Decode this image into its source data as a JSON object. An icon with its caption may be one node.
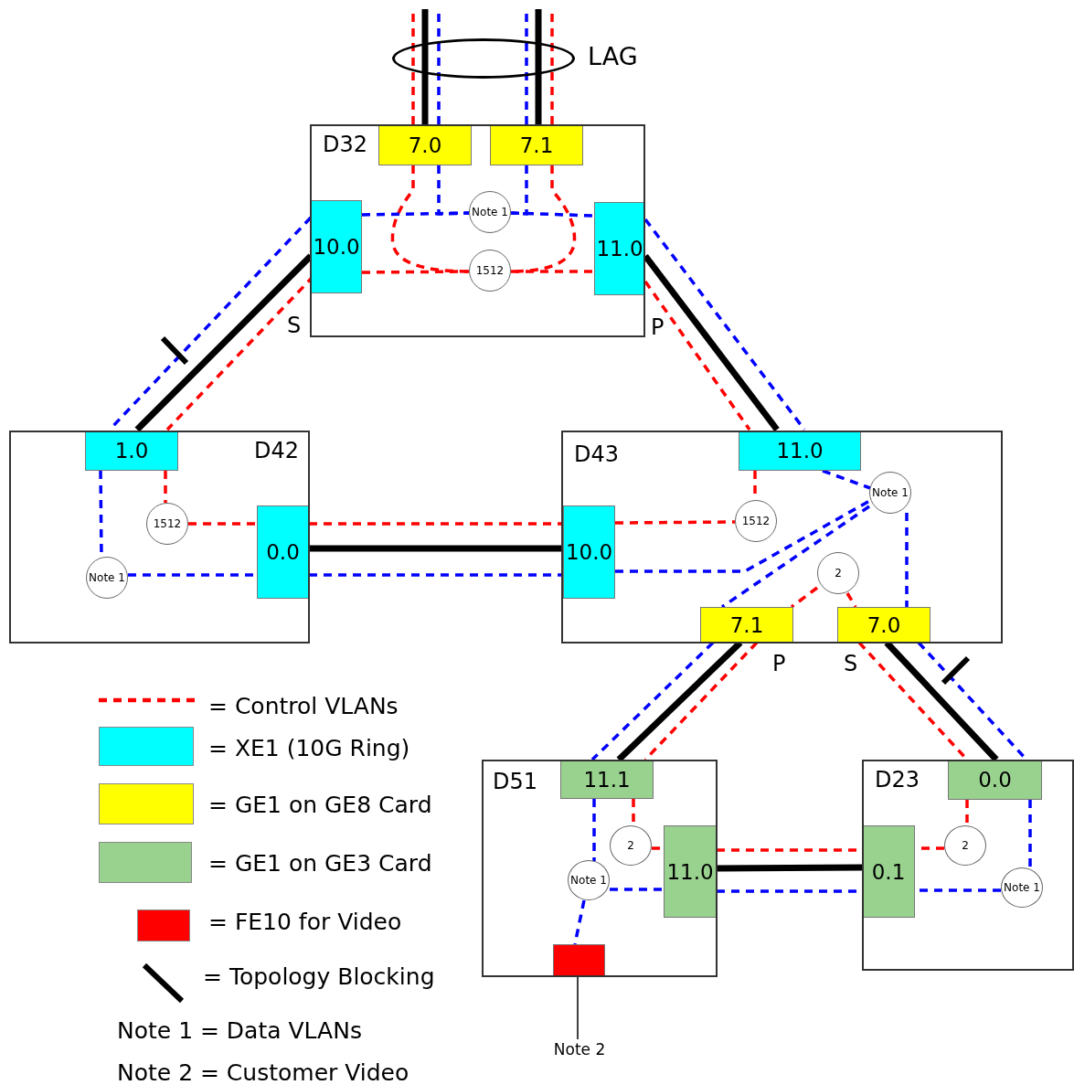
{
  "diagram": {
    "nodes": [
      {
        "text": [
          "D32"
        ]
      },
      {
        "text": [
          "7.0"
        ],
        "in": 0
      },
      {
        "text": [
          "7.1"
        ],
        "in": 0
      },
      {
        "text": [
          "10.0"
        ],
        "in": 0
      },
      {
        "text": [
          "Note 1"
        ],
        "in": 0
      },
      {
        "text": [
          "11.0"
        ],
        "in": 0
      },
      {
        "text": [
          "1512"
        ],
        "in": 0
      },
      {
        "text": [
          "D42"
        ]
      },
      {
        "text": [
          "1.0"
        ],
        "in": 7
      },
      {
        "text": [
          "1512"
        ],
        "in": 7
      },
      {
        "text": [
          "Note 1"
        ],
        "in": 7
      },
      {
        "text": [
          "0.0"
        ],
        "in": 7
      },
      {
        "text": [
          "D43"
        ]
      },
      {
        "text": [
          "11.0"
        ],
        "in": 12
      },
      {
        "text": [
          "Note 1"
        ],
        "in": 12
      },
      {
        "text": [
          "1512"
        ],
        "in": 12
      },
      {
        "text": [
          "10.0"
        ],
        "in": 12
      },
      {
        "text": [
          "2"
        ],
        "in": 12
      },
      {
        "text": [
          "7.1"
        ],
        "in": 12
      },
      {
        "text": [
          "7.0"
        ],
        "in": 12
      },
      {
        "text": [
          "D51"
        ]
      },
      {
        "text": [
          "11.1"
        ],
        "in": 20
      },
      {
        "text": [
          "2"
        ],
        "in": 20
      },
      {
        "text": [
          "Note 1"
        ],
        "in": 20
      },
      {
        "text": [
          "11.0"
        ],
        "in": 20
      },
      {
        "text": [],
        "shape": "box",
        "in": 20
      },
      {
        "text": [
          "D23"
        ]
      },
      {
        "text": [
          "0.0"
        ],
        "in": 26
      },
      {
        "text": [
          "2"
        ],
        "in": 26
      },
      {
        "text": [
          "Note 1"
        ],
        "in": 26
      },
      {
        "text": [
          "0.1"
        ],
        "in": 26
      },
      {
        "text": [
          "Note 2"
        ]
      },
      {
        "text": [],
        "shape": "circle",
        "beside": [
          "LAG"
        ]
      }
    ],
    "edges": [
      {
        "from": 1,
        "to": null,
        "arrow": "none",
        "style": "dashed",
        "color": "#ff0000"
      },
      {
        "from": 1,
        "to": null,
        "arrow": "none",
        "style": "thick",
        "color": "#000000"
      },
      {
        "from": 1,
        "to": null,
        "arrow": "none",
        "style": "dashed",
        "color": "#0000ff"
      },
      {
        "from": 2,
        "to": null,
        "arrow": "none",
        "style": "dashed",
        "color": "#0000ff"
      },
      {
        "from": 2,
        "to": null,
        "arrow": "none",
        "style": "thick",
        "color": "#000000"
      },
      {
        "from": 2,
        "to": null,
        "arrow": "none",
        "style": "dashed",
        "color": "#ff0000"
      },
      {
        "from": 1,
        "to": 6,
        "arrow": "none",
        "style": "dashed",
        "color": "#ff0000"
      },
      {
        "from": 3,
        "to": 6,
        "arrow": "none",
        "style": "dashed",
        "color": "#ff0000"
      },
      {
        "from": 6,
        "to": 5,
        "arrow": "none",
        "style": "dashed",
        "color": "#ff0000"
      },
      {
        "from": 2,
        "to": 6,
        "arrow": "none",
        "style": "dashed",
        "color": "#ff0000"
      },
      {
        "from": 3,
        "to": 4,
        "arrow": "none",
        "style": "dashed",
        "color": "#0000ff"
      },
      {
        "from": 4,
        "to": 5,
        "arrow": "none",
        "style": "dashed",
        "color": "#0000ff"
      },
      {
        "from": 1,
        "to": 4,
        "arrow": "none",
        "style": "dashed",
        "color": "#0000ff"
      },
      {
        "from": 2,
        "to": 4,
        "arrow": "none",
        "style": "dashed",
        "color": "#0000ff"
      },
      {
        "from": 3,
        "to": 8,
        "arrow": "none",
        "style": "dashed",
        "color": "#0000ff"
      },
      {
        "from": 3,
        "to": 8,
        "arrow": "none",
        "style": "thick",
        "color": "#000000"
      },
      {
        "from": 3,
        "to": 8,
        "arrow": "none",
        "style": "dashed",
        "color": "#ff0000"
      },
      {
        "from": 5,
        "to": 13,
        "arrow": "none",
        "style": "dashed",
        "color": "#0000ff"
      },
      {
        "from": 5,
        "to": 13,
        "arrow": "none",
        "style": "thick",
        "color": "#000000"
      },
      {
        "from": 5,
        "to": 13,
        "arrow": "none",
        "style": "dashed",
        "color": "#ff0000"
      },
      {
        "from": 8,
        "to": 10,
        "arrow": "none",
        "style": "dashed",
        "color": "#0000ff"
      },
      {
        "from": 8,
        "to": 9,
        "arrow": "none",
        "style": "dashed",
        "color": "#ff0000"
      },
      {
        "from": 9,
        "to": 11,
        "arrow": "none",
        "style": "dashed",
        "color": "#ff0000"
      },
      {
        "from": 10,
        "to": 11,
        "arrow": "none",
        "style": "dashed",
        "color": "#0000ff"
      },
      {
        "from": 11,
        "to": 16,
        "arrow": "none",
        "style": "dashed",
        "color": "#ff0000"
      },
      {
        "from": 11,
        "to": 16,
        "arrow": "none",
        "style": "thick",
        "color": "#000000"
      },
      {
        "from": 11,
        "to": 16,
        "arrow": "none",
        "style": "dashed",
        "color": "#0000ff"
      },
      {
        "from": 13,
        "to": 15,
        "arrow": "none",
        "style": "dashed",
        "color": "#ff0000"
      },
      {
        "from": 16,
        "to": 15,
        "arrow": "none",
        "style": "dashed",
        "color": "#ff0000"
      },
      {
        "from": 13,
        "to": 14,
        "arrow": "none",
        "style": "dashed",
        "color": "#0000ff"
      },
      {
        "from": 16,
        "to": 14,
        "arrow": "none",
        "style": "dashed",
        "color": "#0000ff"
      },
      {
        "from": 14,
        "to": 18,
        "arrow": "none",
        "style": "dashed",
        "color": "#0000ff"
      },
      {
        "from": 14,
        "to": 19,
        "arrow": "none",
        "style": "dashed",
        "color": "#0000ff"
      },
      {
        "from": 17,
        "to": 18,
        "arrow": "none",
        "style": "dashed",
        "color": "#ff0000"
      },
      {
        "from": 17,
        "to": 19,
        "arrow": "none",
        "style": "dashed",
        "color": "#ff0000"
      },
      {
        "from": 18,
        "to": 21,
        "arrow": "none",
        "style": "dashed",
        "color": "#0000ff"
      },
      {
        "from": 18,
        "to": 21,
        "arrow": "none",
        "style": "thick",
        "color": "#000000"
      },
      {
        "from": 18,
        "to": 21,
        "arrow": "none",
        "style": "dashed",
        "color": "#ff0000"
      },
      {
        "from": 19,
        "to": 27,
        "arrow": "none",
        "style": "dashed",
        "color": "#ff0000"
      },
      {
        "from": 19,
        "to": 27,
        "arrow": "none",
        "style": "thick",
        "color": "#000000"
      },
      {
        "from": 19,
        "to": 27,
        "arrow": "none",
        "style": "dashed",
        "color": "#0000ff"
      },
      {
        "from": 21,
        "to": 23,
        "arrow": "none",
        "style": "dashed",
        "color": "#0000ff"
      },
      {
        "from": 21,
        "to": 22,
        "arrow": "none",
        "style": "dashed",
        "color": "#ff0000"
      },
      {
        "from": 22,
        "to": 24,
        "arrow": "none",
        "style": "dashed",
        "color": "#ff0000"
      },
      {
        "from": 23,
        "to": 24,
        "arrow": "none",
        "style": "dashed",
        "color": "#0000ff"
      },
      {
        "from": 23,
        "to": 25,
        "arrow": "none",
        "style": "dashed",
        "color": "#0000ff"
      },
      {
        "from": 24,
        "to": 30,
        "arrow": "none",
        "style": "dashed",
        "color": "#ff0000"
      },
      {
        "from": 24,
        "to": 30,
        "arrow": "none",
        "style": "thick",
        "color": "#000000"
      },
      {
        "from": 24,
        "to": 30,
        "arrow": "none",
        "style": "dashed",
        "color": "#0000ff"
      },
      {
        "from": 27,
        "to": 28,
        "arrow": "none",
        "style": "dashed",
        "color": "#ff0000"
      },
      {
        "from": 28,
        "to": 30,
        "arrow": "none",
        "style": "dashed",
        "color": "#ff0000"
      },
      {
        "from": 27,
        "to": 29,
        "arrow": "none",
        "style": "dashed",
        "color": "#0000ff"
      },
      {
        "from": 29,
        "to": 30,
        "arrow": "none",
        "style": "dashed",
        "color": "#0000ff"
      },
      {
        "from": 31,
        "to": 25,
        "arrow": "none",
        "color": "#000000"
      }
    ],
    "labels": [
      "S",
      "P",
      "P",
      "S",
      "Note 1 = Data VLANs",
      "Note 2 = Customer Video"
    ],
    "legend": [
      {
        "text": "= Control VLANs"
      },
      {
        "text": "= XE1 (10G Ring)",
        "color": "#00ffff"
      },
      {
        "text": "= GE1 on GE8 Card",
        "color": "#ffff00"
      },
      {
        "text": "= GE1 on GE3 Card",
        "color": "#99d18f"
      },
      {
        "text": "= FE10 for Video",
        "color": "#ff0000"
      },
      {
        "text": "= Topology Blocking"
      }
    ]
  }
}
